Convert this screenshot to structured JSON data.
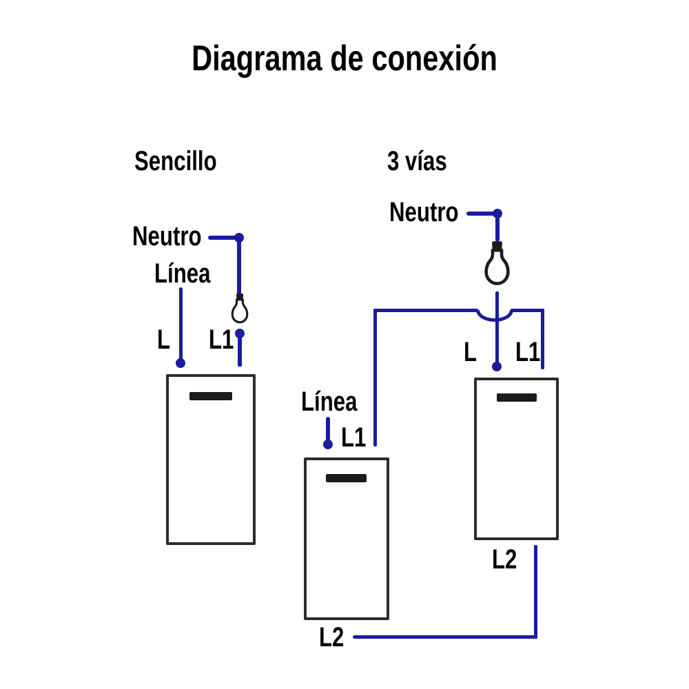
{
  "title": "Diagrama de conexión",
  "colors": {
    "wire_blue": "#1b1b9e",
    "ink_black": "#000000",
    "switch_outline": "#2c2c2c",
    "background": "#ffffff"
  },
  "sections": {
    "sencillo": {
      "label": "Sencillo",
      "neutro": "Neutro",
      "linea": "Línea",
      "terminal_l": "L",
      "terminal_l1": "L1"
    },
    "tres_vias": {
      "label": "3 vías",
      "neutro": "Neutro",
      "linea": "Línea",
      "switch1_l1": "L1",
      "switch1_l2": "L2",
      "switch2_l": "L",
      "switch2_l1": "L1",
      "switch2_l2": "L2"
    }
  }
}
